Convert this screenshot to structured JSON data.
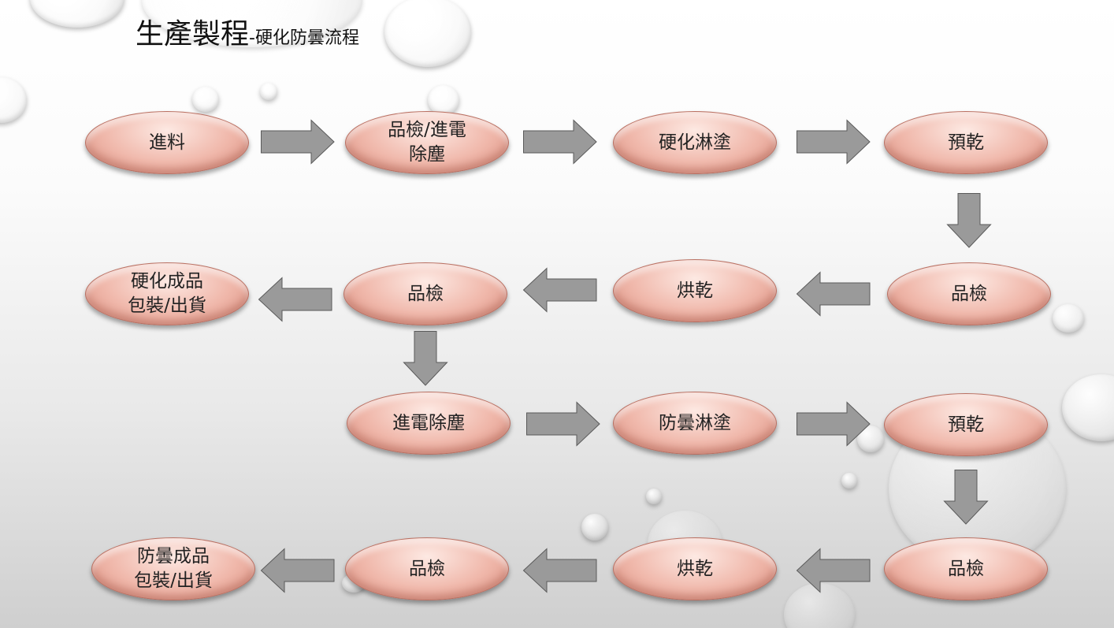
{
  "title": {
    "main": "生產製程",
    "sub": "-硬化防曇流程"
  },
  "flow": {
    "row1": [
      "進料",
      "品檢/進電\n除塵",
      "硬化淋塗",
      "預乾"
    ],
    "row2": [
      "硬化成品\n包裝/出貨",
      "品檢",
      "烘乾",
      "品檢"
    ],
    "row3": [
      "進電除塵",
      "防曇淋塗",
      "預乾"
    ],
    "row4": [
      "防曇成品\n包裝/出貨",
      "品檢",
      "烘乾",
      "品檢"
    ]
  },
  "colors": {
    "node_fill": "#f0b8ab",
    "node_border": "#b96f61",
    "arrow_fill": "#9a9a9a"
  }
}
